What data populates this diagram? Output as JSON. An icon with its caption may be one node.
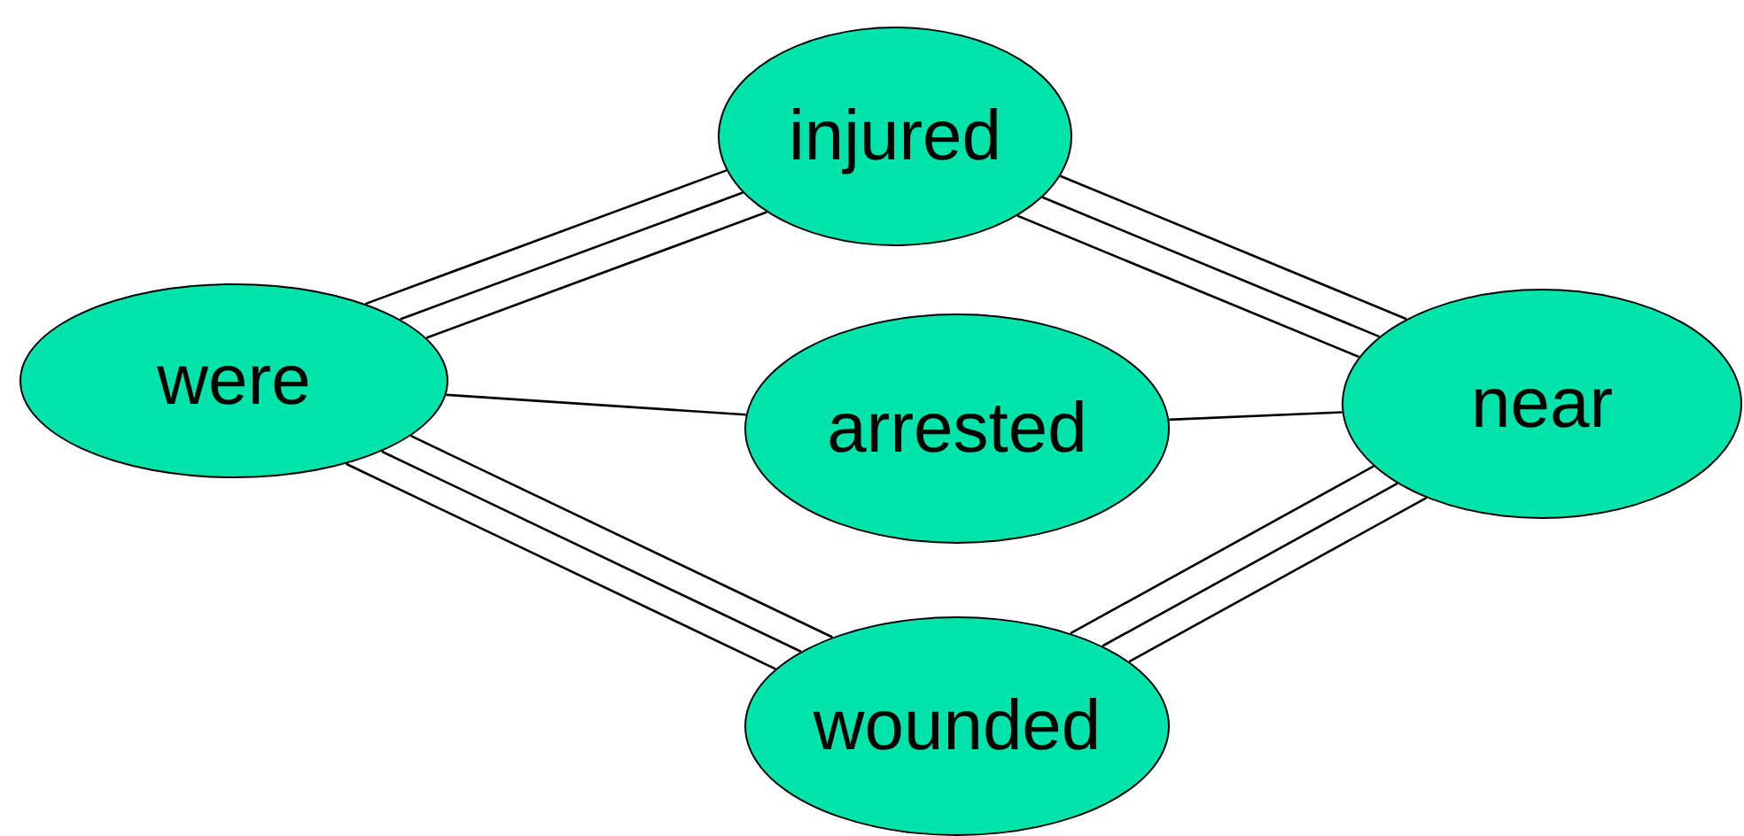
{
  "diagram": {
    "nodes": [
      {
        "text": [
          "were"
        ]
      },
      {
        "text": [
          "injured"
        ]
      },
      {
        "text": [
          "arrested"
        ]
      },
      {
        "text": [
          "near"
        ]
      },
      {
        "text": [
          "wounded"
        ]
      }
    ],
    "edges": [
      {
        "from": 0,
        "to": 1,
        "arrow": "none"
      },
      {
        "from": 0,
        "to": 1,
        "arrow": "none"
      },
      {
        "from": 0,
        "to": 1,
        "arrow": "none"
      },
      {
        "from": 0,
        "to": 2,
        "arrow": "none"
      },
      {
        "from": 0,
        "to": 4,
        "arrow": "none"
      },
      {
        "from": 0,
        "to": 4,
        "arrow": "none"
      },
      {
        "from": 0,
        "to": 4,
        "arrow": "none"
      },
      {
        "from": 1,
        "to": 3,
        "arrow": "none"
      },
      {
        "from": 1,
        "to": 3,
        "arrow": "none"
      },
      {
        "from": 1,
        "to": 3,
        "arrow": "none"
      },
      {
        "from": 2,
        "to": 3,
        "arrow": "none"
      },
      {
        "from": 4,
        "to": 3,
        "arrow": "none"
      },
      {
        "from": 4,
        "to": 3,
        "arrow": "none"
      },
      {
        "from": 4,
        "to": 3,
        "arrow": "none"
      }
    ]
  }
}
